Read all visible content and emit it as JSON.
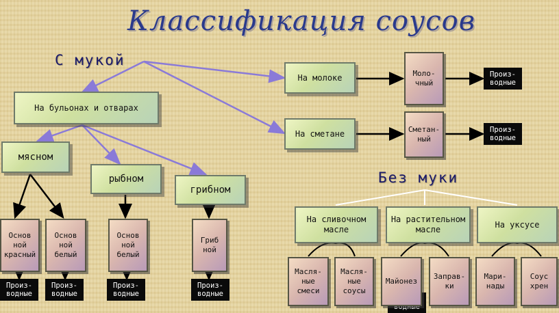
{
  "title": "Классификация соусов",
  "with_flour": "С мукой",
  "without_flour": "Без муки",
  "nodes": {
    "broth": "На бульонах и отварах",
    "milk": "На молоке",
    "sour_cream": "На сметане",
    "meat": "мясном",
    "fish": "рыбном",
    "mushroom": "грибном",
    "milk_sauce": "Моло- чный",
    "sour_cream_sauce": "Сметан- ный",
    "base_red": "Основ ной красный",
    "base_white": "Основ ной белый",
    "fish_base_white": "Основ ной белый",
    "mushroom_sauce": "Гриб ной",
    "butter": "На сливочном масле",
    "veg_oil": "На растительном масле",
    "vinegar": "На уксусе",
    "butter_mixes": "Масля- ные смеси",
    "butter_sauces": "Масля- ные соусы",
    "mayonnaise": "Майонез",
    "dressings": "Заправ- ки",
    "marinades": "Мари- нады",
    "horseradish": "Соус хрен"
  },
  "derived": "Произ- водные",
  "colors": {
    "arrow": "#8a7ad8",
    "title": "#2a3a8c",
    "line": "#000000",
    "white_line": "#ffffff"
  }
}
